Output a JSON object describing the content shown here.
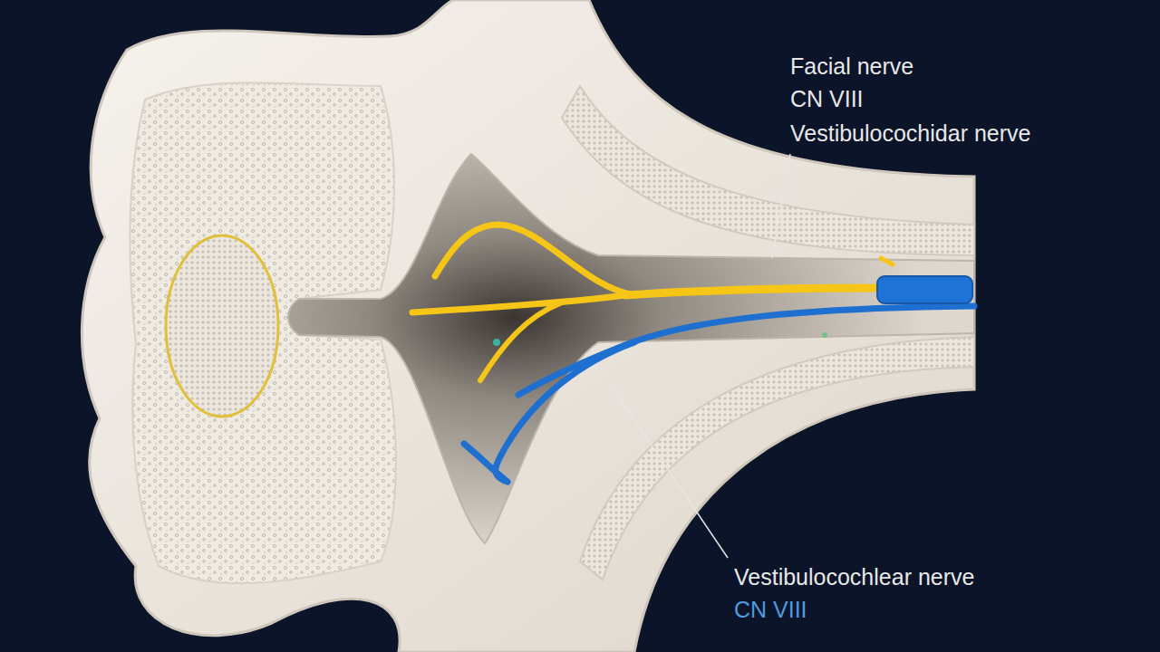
{
  "diagram": {
    "labels": [
      "Facial nerve",
      "CN VIII",
      "Vestibulocochidar nerve",
      "Vestibulocochlear nerve",
      "CN VIII"
    ]
  }
}
